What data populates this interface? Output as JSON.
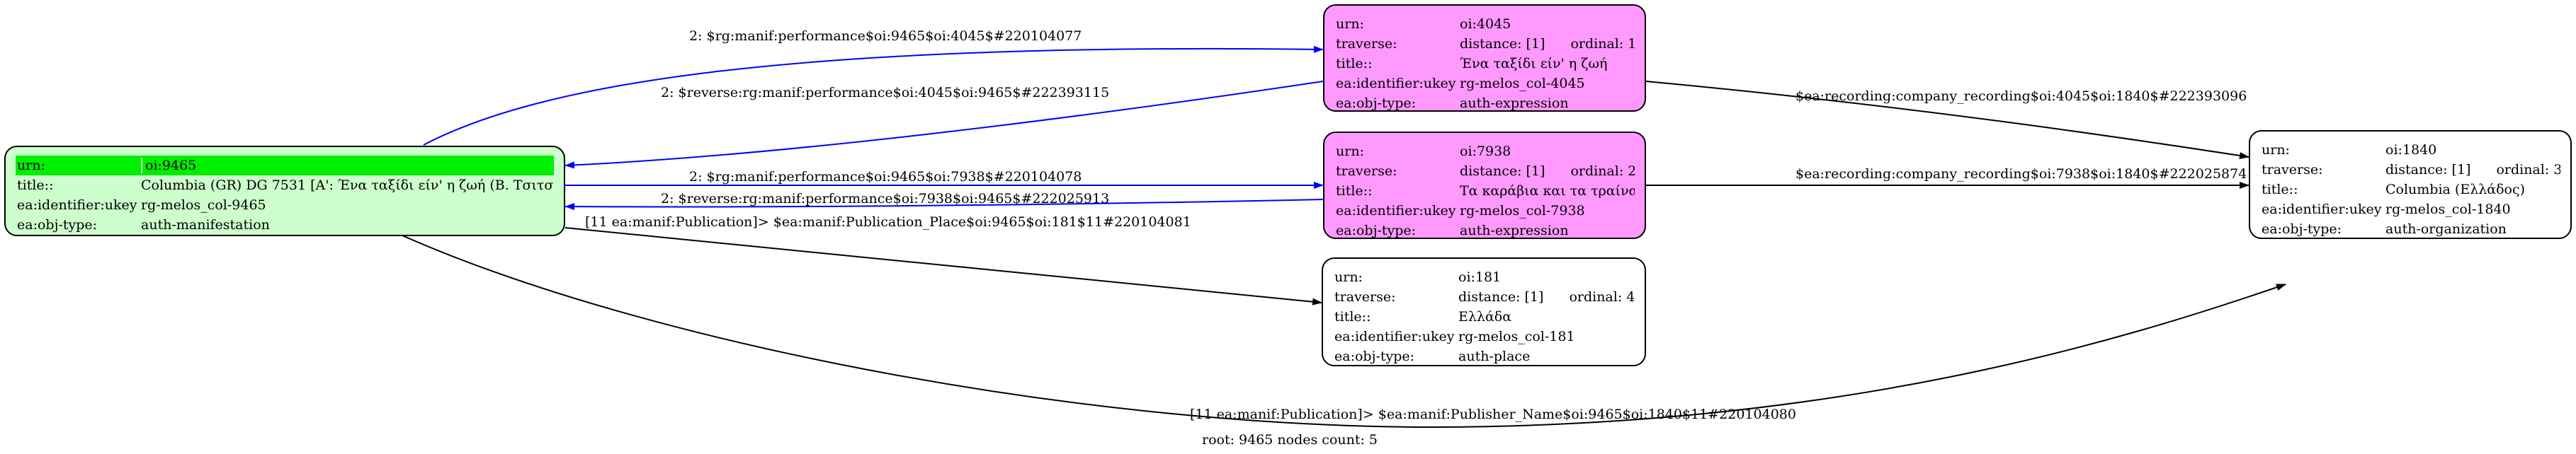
{
  "nodes": [
    {
      "id": "n9465",
      "style": "green",
      "rows": [
        {
          "key": "urn:",
          "value": "oi:9465",
          "highlight": true
        },
        {
          "key": "title::",
          "value": "Columbia (GR) DG 7531 [Α': Ένα ταξίδι είν' η ζωή (Β. Τσιτσ..."
        },
        {
          "key": "ea:identifier:ukey",
          "value": "rg-melos_col-9465"
        },
        {
          "key": "ea:obj-type:",
          "value": "auth-manifestation"
        }
      ]
    },
    {
      "id": "n4045",
      "style": "pink",
      "rows": [
        {
          "key": "urn:",
          "value": "oi:4045"
        },
        {
          "key": "traverse:",
          "value": "distance: [1]",
          "value2": "ordinal: 1"
        },
        {
          "key": "title::",
          "value": "Ένα ταξίδι είν' η ζωή"
        },
        {
          "key": "ea:identifier:ukey",
          "value": "rg-melos_col-4045"
        },
        {
          "key": "ea:obj-type:",
          "value": "auth-expression"
        }
      ]
    },
    {
      "id": "n7938",
      "style": "pink",
      "rows": [
        {
          "key": "urn:",
          "value": "oi:7938"
        },
        {
          "key": "traverse:",
          "value": "distance: [1]",
          "value2": "ordinal: 2"
        },
        {
          "key": "title::",
          "value": "Τα καράβια και τα τραίνα"
        },
        {
          "key": "ea:identifier:ukey",
          "value": "rg-melos_col-7938"
        },
        {
          "key": "ea:obj-type:",
          "value": "auth-expression"
        }
      ]
    },
    {
      "id": "n181",
      "style": "white",
      "rows": [
        {
          "key": "urn:",
          "value": "oi:181"
        },
        {
          "key": "traverse:",
          "value": "distance: [1]",
          "value2": "ordinal: 4"
        },
        {
          "key": "title::",
          "value": "Ελλάδα"
        },
        {
          "key": "ea:identifier:ukey",
          "value": "rg-melos_col-181"
        },
        {
          "key": "ea:obj-type:",
          "value": "auth-place"
        }
      ]
    },
    {
      "id": "n1840",
      "style": "white",
      "rows": [
        {
          "key": "urn:",
          "value": "oi:1840"
        },
        {
          "key": "traverse:",
          "value": "distance: [1]",
          "value2": "ordinal: 3"
        },
        {
          "key": "title::",
          "value": "Columbia (Ελλάδος)"
        },
        {
          "key": "ea:identifier:ukey",
          "value": "rg-melos_col-1840"
        },
        {
          "key": "ea:obj-type:",
          "value": "auth-organization"
        }
      ]
    }
  ],
  "edges": [
    {
      "id": "e1",
      "color": "#0000ff",
      "label": "2: $rg:manif:performance$oi:9465$oi:4045$#220104077"
    },
    {
      "id": "e2",
      "color": "#0000ff",
      "label": "2: $reverse:rg:manif:performance$oi:4045$oi:9465$#222393115"
    },
    {
      "id": "e3",
      "color": "#0000ff",
      "label": "2: $rg:manif:performance$oi:9465$oi:7938$#220104078"
    },
    {
      "id": "e4",
      "color": "#0000ff",
      "label": "2: $reverse:rg:manif:performance$oi:7938$oi:9465$#222025913"
    },
    {
      "id": "e5",
      "color": "#000000",
      "label": "[11 ea:manif:Publication]> $ea:manif:Publication_Place$oi:9465$oi:181$11#220104081"
    },
    {
      "id": "e6",
      "color": "#000000",
      "label": "[11 ea:manif:Publication]> $ea:manif:Publisher_Name$oi:9465$oi:1840$11#220104080"
    },
    {
      "id": "e7",
      "color": "#000000",
      "label": "$ea:recording:company_recording$oi:4045$oi:1840$#222393096"
    },
    {
      "id": "e8",
      "color": "#000000",
      "label": "$ea:recording:company_recording$oi:7938$oi:1840$#222025874"
    }
  ],
  "footer": "root: 9465 nodes count: 5"
}
